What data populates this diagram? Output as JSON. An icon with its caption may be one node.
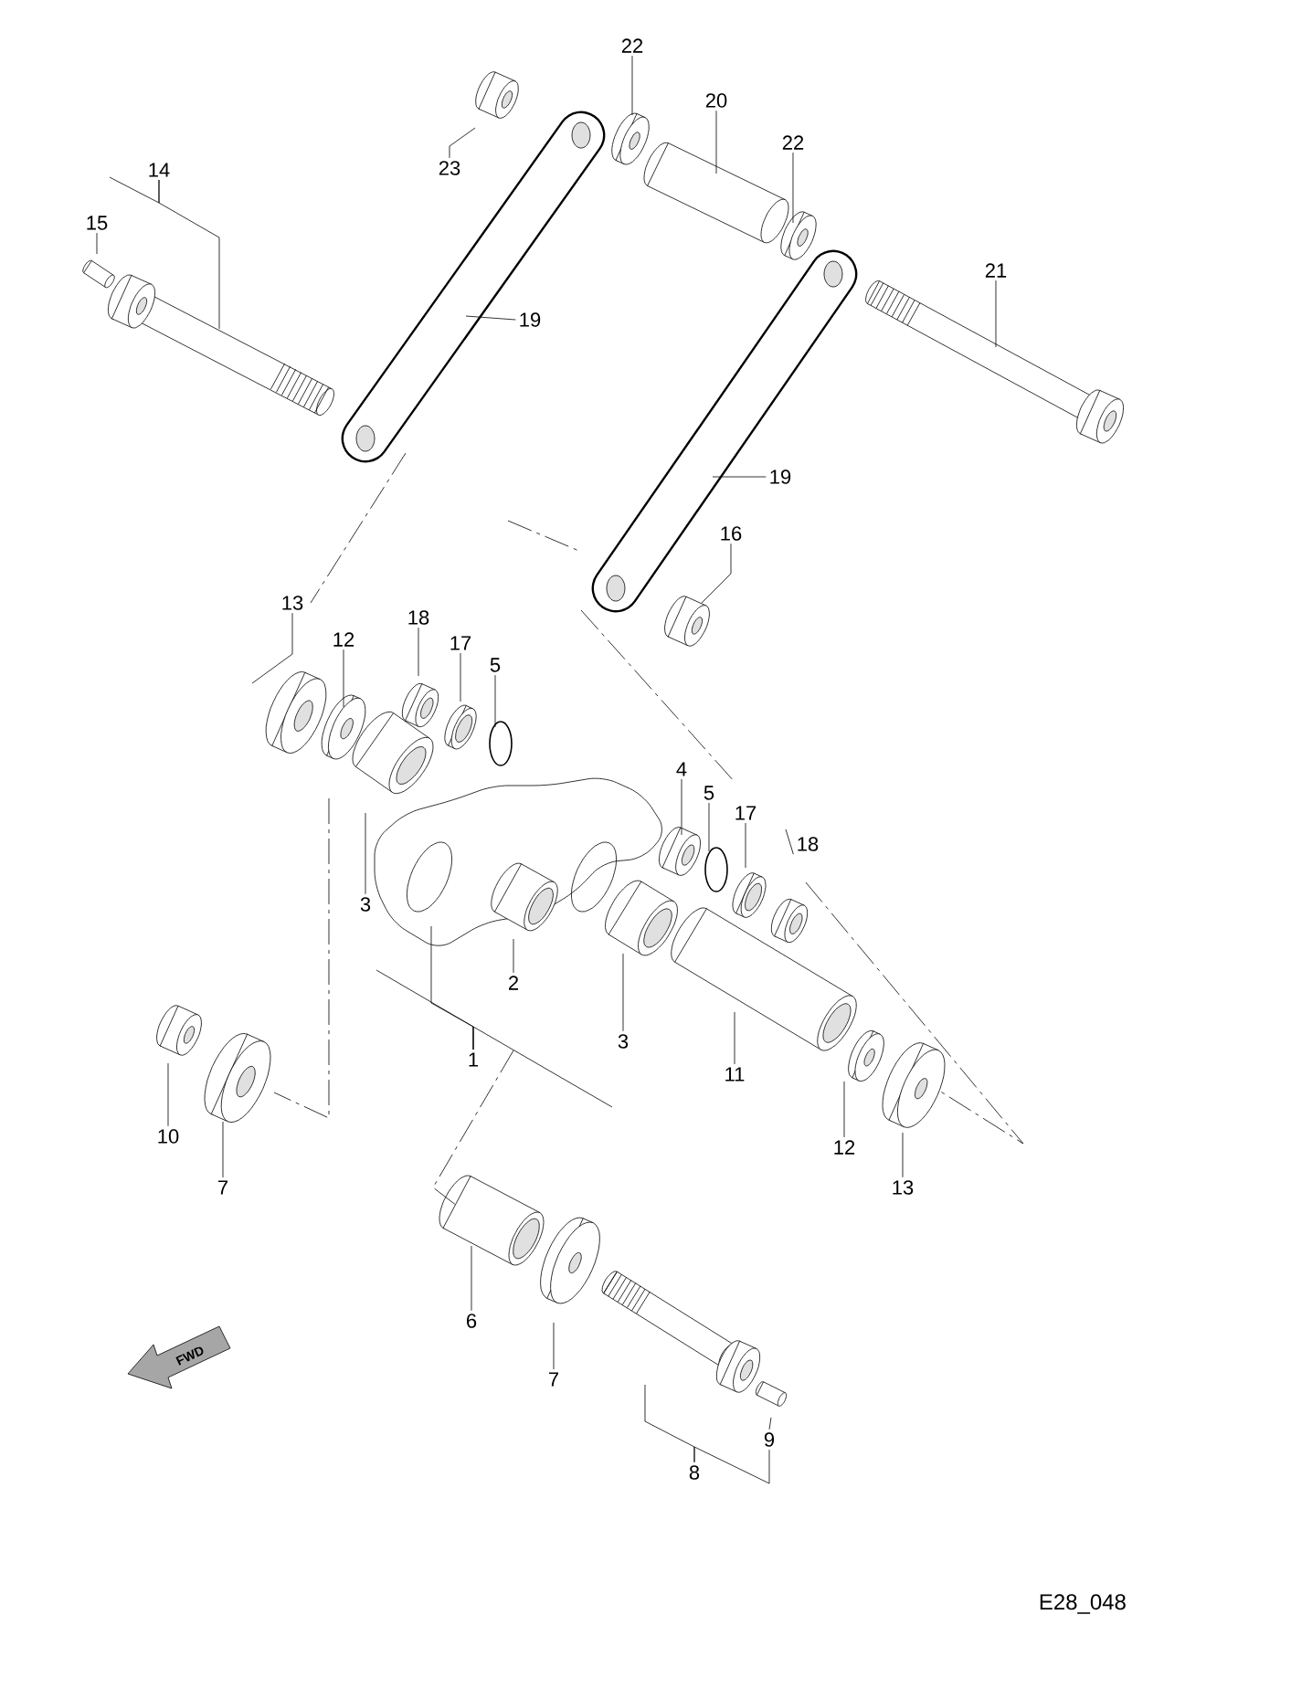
{
  "diagram": {
    "nodes": [
      {
        "text": [
          "22"
        ]
      },
      {
        "text": [
          "20"
        ]
      },
      {
        "text": [
          "22"
        ]
      },
      {
        "text": [
          "23"
        ]
      },
      {
        "text": [
          "14"
        ]
      },
      {
        "text": [
          "15"
        ]
      },
      {
        "text": [
          "19"
        ]
      },
      {
        "text": [
          "21"
        ]
      },
      {
        "text": [
          "19"
        ]
      },
      {
        "text": [
          "16"
        ]
      },
      {
        "text": [
          "13"
        ]
      },
      {
        "text": [
          "12"
        ]
      },
      {
        "text": [
          "18"
        ]
      },
      {
        "text": [
          "17"
        ]
      },
      {
        "text": [
          "5"
        ]
      },
      {
        "text": [
          "4"
        ]
      },
      {
        "text": [
          "5"
        ]
      },
      {
        "text": [
          "17"
        ]
      },
      {
        "text": [
          "18"
        ]
      },
      {
        "text": [
          "3"
        ]
      },
      {
        "text": [
          "2"
        ]
      },
      {
        "text": [
          "3"
        ]
      },
      {
        "text": [
          "1"
        ]
      },
      {
        "text": [
          "11"
        ]
      },
      {
        "text": [
          "10"
        ]
      },
      {
        "text": [
          "7"
        ]
      },
      {
        "text": [
          "12"
        ]
      },
      {
        "text": [
          "13"
        ]
      },
      {
        "text": [
          "6"
        ]
      },
      {
        "text": [
          "7"
        ]
      },
      {
        "text": [
          "9"
        ]
      },
      {
        "text": [
          "8"
        ]
      },
      {
        "text": [
          "FWD"
        ]
      }
    ],
    "edges": [
      {
        "from": 0,
        "to": null,
        "arrow": "none"
      },
      {
        "from": 1,
        "to": null,
        "arrow": "none"
      },
      {
        "from": 2,
        "to": null,
        "arrow": "none"
      },
      {
        "from": 3,
        "to": null,
        "arrow": "none"
      },
      {
        "from": 4,
        "to": null,
        "arrow": "none"
      },
      {
        "from": 4,
        "to": null,
        "arrow": "none"
      },
      {
        "from": 5,
        "to": null,
        "arrow": "none"
      },
      {
        "from": 6,
        "to": null,
        "arrow": "none"
      },
      {
        "from": 7,
        "to": null,
        "arrow": "none"
      },
      {
        "from": 8,
        "to": null,
        "arrow": "none"
      },
      {
        "from": 9,
        "to": null,
        "arrow": "none"
      },
      {
        "from": 10,
        "to": null,
        "arrow": "none"
      },
      {
        "from": 11,
        "to": null,
        "arrow": "none"
      },
      {
        "from": 12,
        "to": null,
        "arrow": "none"
      },
      {
        "from": 13,
        "to": null,
        "arrow": "none"
      },
      {
        "from": 14,
        "to": null,
        "arrow": "none"
      },
      {
        "from": 15,
        "to": null,
        "arrow": "none"
      },
      {
        "from": 16,
        "to": null,
        "arrow": "none"
      },
      {
        "from": 17,
        "to": null,
        "arrow": "none"
      },
      {
        "from": 18,
        "to": null,
        "arrow": "none"
      },
      {
        "from": 19,
        "to": null,
        "arrow": "none"
      },
      {
        "from": 20,
        "to": null,
        "arrow": "none"
      },
      {
        "from": 21,
        "to": null,
        "arrow": "none"
      },
      {
        "from": 22,
        "to": null,
        "arrow": "none"
      },
      {
        "from": 22,
        "to": null,
        "arrow": "none"
      },
      {
        "from": 22,
        "to": null,
        "arrow": "none"
      },
      {
        "from": 23,
        "to": null,
        "arrow": "none"
      },
      {
        "from": 24,
        "to": null,
        "arrow": "none"
      },
      {
        "from": 25,
        "to": null,
        "arrow": "none"
      },
      {
        "from": 26,
        "to": null,
        "arrow": "none"
      },
      {
        "from": 27,
        "to": null,
        "arrow": "none"
      },
      {
        "from": 28,
        "to": null,
        "arrow": "none"
      },
      {
        "from": 29,
        "to": null,
        "arrow": "none"
      },
      {
        "from": 30,
        "to": null,
        "arrow": "none"
      },
      {
        "from": 31,
        "to": null,
        "arrow": "none"
      },
      {
        "from": 31,
        "to": 30,
        "arrow": "none"
      }
    ],
    "labels": [
      "E28_048"
    ]
  }
}
